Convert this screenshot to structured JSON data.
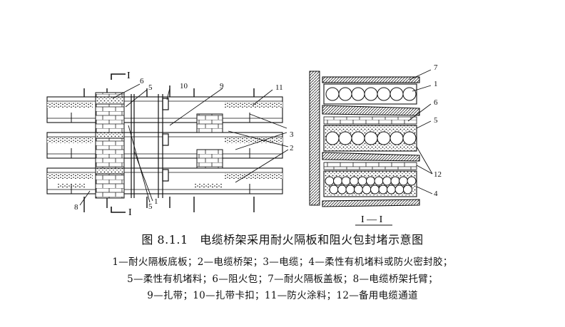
{
  "figure": {
    "title": "图 8.1.1　电缆桥架采用耐火隔板和阻火包封堵示意图",
    "legend": [
      "1—耐火隔板底板；2—电缆桥架；3—电缆；4—柔性有机堵料或防火密封胶；",
      "5—柔性有机堵料；6—阻火包；7—耐火隔板盖板；8—电缆桥架托臂；",
      "9—扎带；10—扎带卡扣；11—防火涂料；12—备用电缆通道"
    ],
    "section_label": "I — I",
    "section_marks": [
      "I",
      "I"
    ],
    "callouts_plan": [
      "6",
      "5",
      "10",
      "9",
      "11",
      "3",
      "2",
      "8",
      "5",
      "1"
    ],
    "callouts_section": [
      "7",
      "1",
      "6",
      "5",
      "12",
      "4"
    ]
  }
}
